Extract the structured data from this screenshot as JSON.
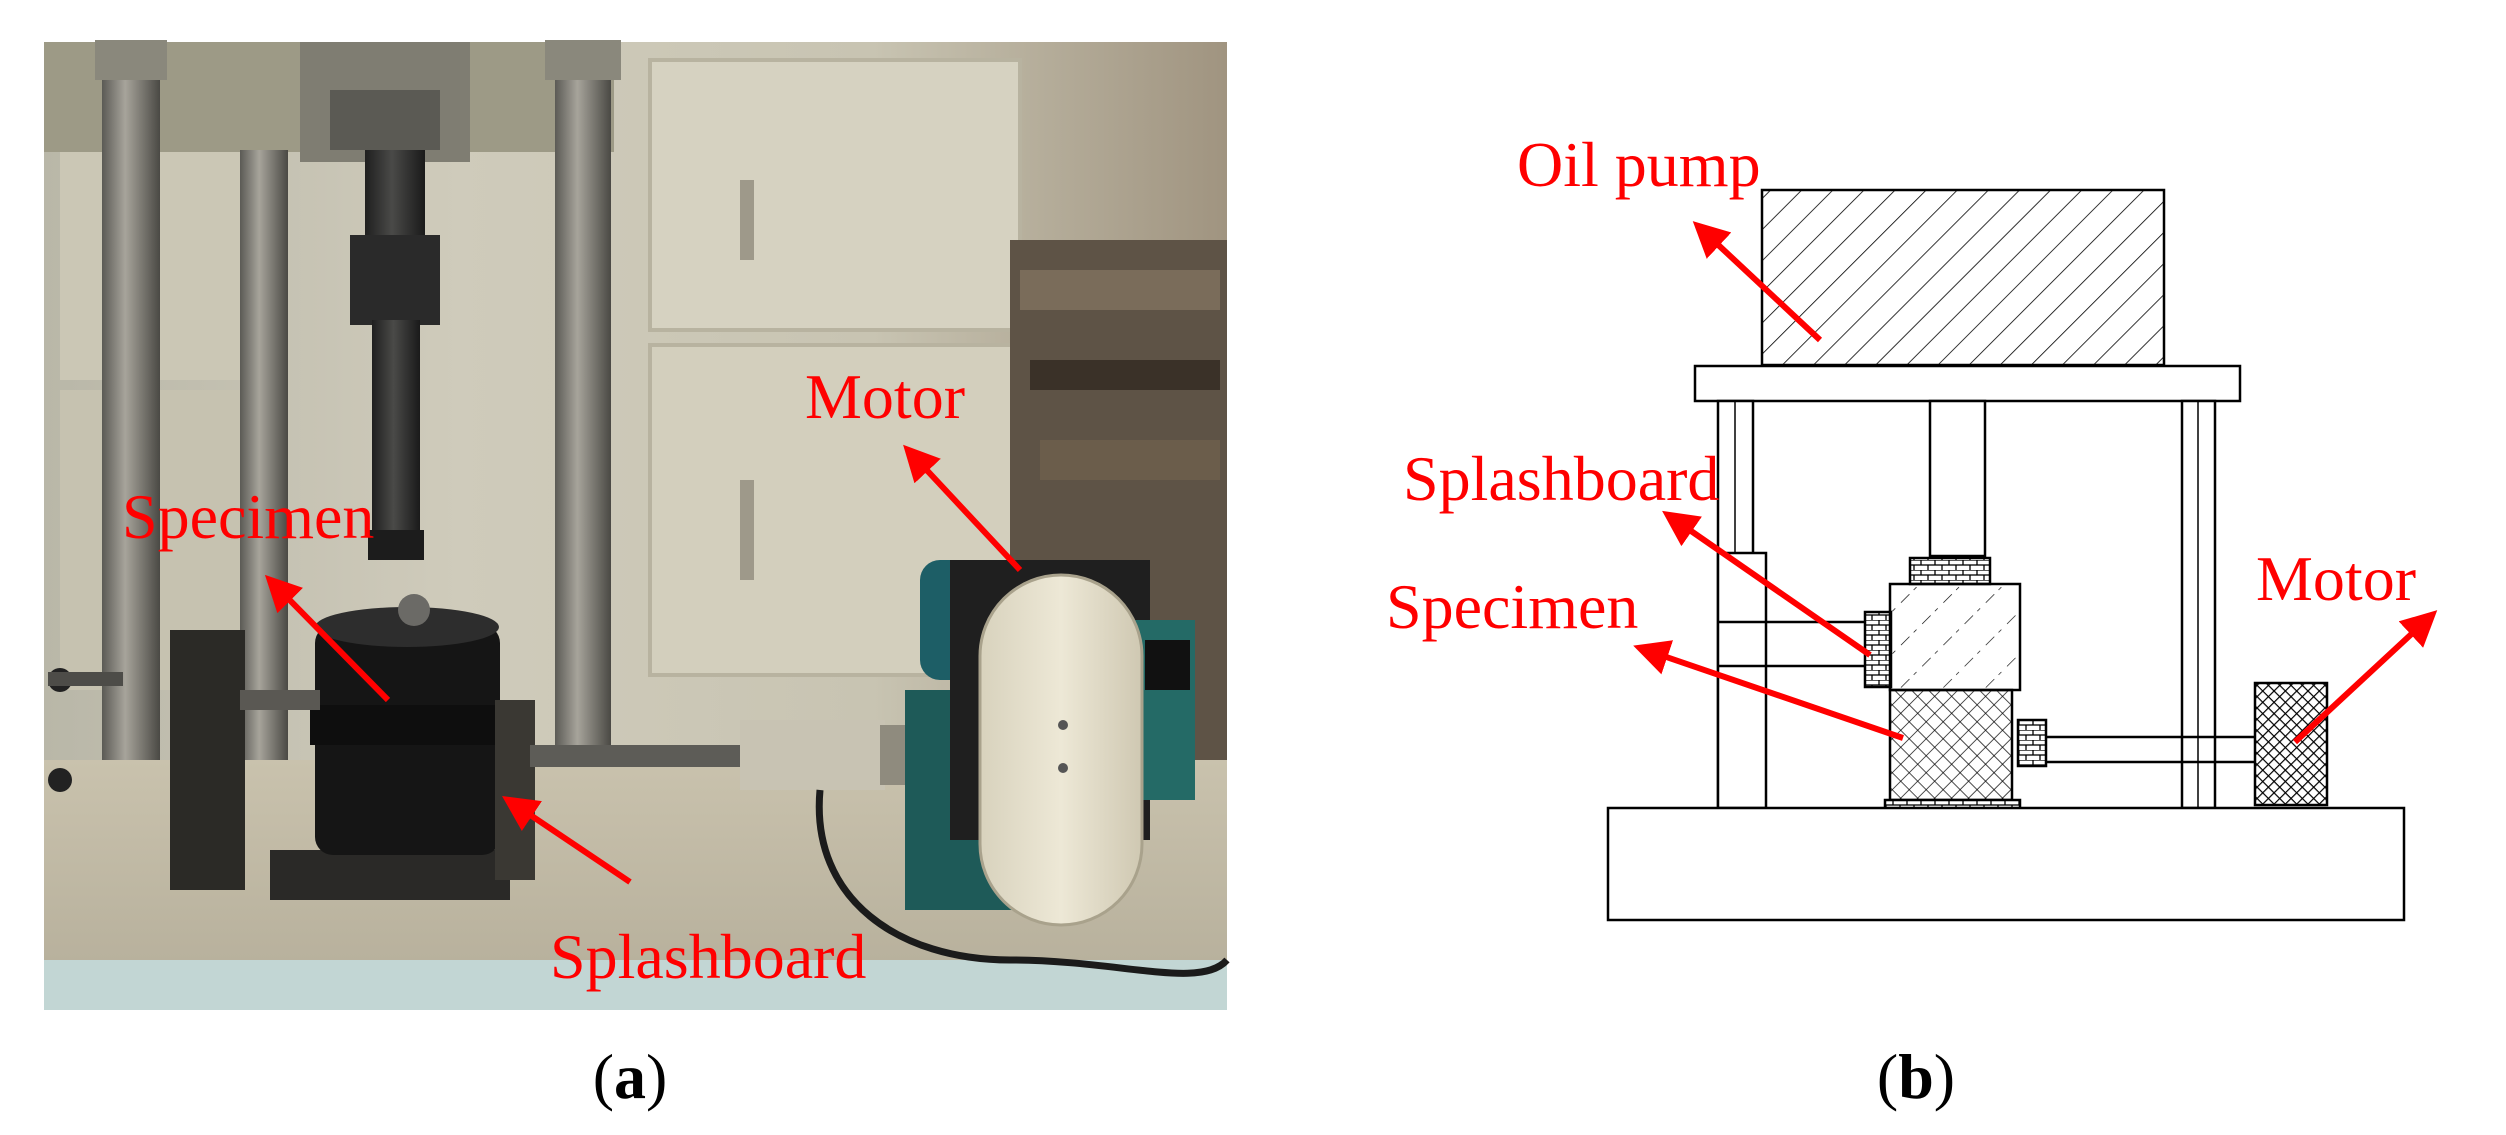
{
  "colors": {
    "annotation": "#ff0000",
    "line": "#000000"
  },
  "panel_a": {
    "caption_open": "(",
    "caption_letter": "a",
    "caption_close": ")",
    "labels": {
      "motor": "Motor",
      "specimen": "Specimen",
      "splashboard": "Splashboard"
    }
  },
  "panel_b": {
    "caption_open": "(",
    "caption_letter": "b",
    "caption_close": ")",
    "labels": {
      "oil_pump": "Oil pump",
      "splashboard": "Splashboard",
      "specimen": "Specimen",
      "motor": "Motor"
    }
  }
}
